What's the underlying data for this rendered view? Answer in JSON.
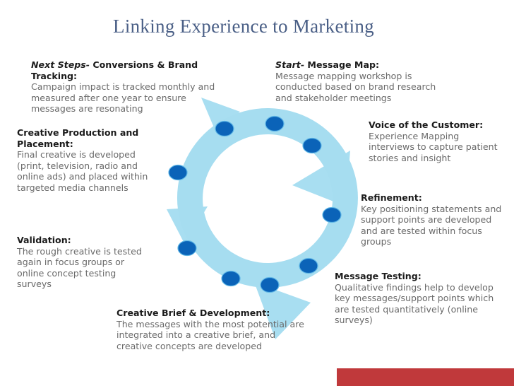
{
  "title": "Linking Experience to Marketing",
  "colors": {
    "title": "#4a5f86",
    "ring": "#a6ddf0",
    "arrow": "#9fdaf0",
    "dot": "#0b63b8",
    "heading": "#1b1b1b",
    "body": "#6a6a6a",
    "footer": "#c0393b"
  },
  "steps": [
    {
      "id": "next-steps",
      "lead": "Next Steps-",
      "heading": " Conversions & Brand Tracking:",
      "lines": [
        "Campaign impact is tracked monthly and",
        "measured after one year to ensure",
        "messages are resonating"
      ]
    },
    {
      "id": "start",
      "lead": "Start-",
      "heading": " Message Map:",
      "lines": [
        "Message mapping workshop is",
        "conducted based on brand research",
        "and stakeholder meetings"
      ]
    },
    {
      "id": "voice",
      "lead": "",
      "heading": "Voice of the Customer:",
      "lines": [
        "Experience Mapping",
        "interviews to capture patient",
        "stories and insight"
      ]
    },
    {
      "id": "refinement",
      "lead": "",
      "heading": "Refinement:",
      "lines": [
        "Key positioning statements and",
        "support points are developed",
        "and are tested within focus",
        "groups"
      ]
    },
    {
      "id": "message-testing",
      "lead": "",
      "heading": "Message Testing:",
      "lines": [
        "Qualitative findings help to develop",
        "key messages/support points which",
        "are tested quantitatively (online",
        "surveys)"
      ]
    },
    {
      "id": "creative-brief",
      "lead": "",
      "heading": "Creative Brief & Development:",
      "lines": [
        "The messages with the most potential are",
        "integrated into a creative brief, and",
        "creative concepts are developed"
      ]
    },
    {
      "id": "validation",
      "lead": "",
      "heading": "Validation:",
      "lines": [
        "The rough creative is tested",
        "again in focus groups or",
        "online concept testing",
        "surveys"
      ]
    },
    {
      "id": "creative-production",
      "lead": "",
      "heading": "Creative Production and",
      "lines": [
        "Placement:",
        "Final creative is developed",
        "(print, television, radio and",
        "online ads) and placed within",
        "targeted media channels"
      ]
    }
  ]
}
